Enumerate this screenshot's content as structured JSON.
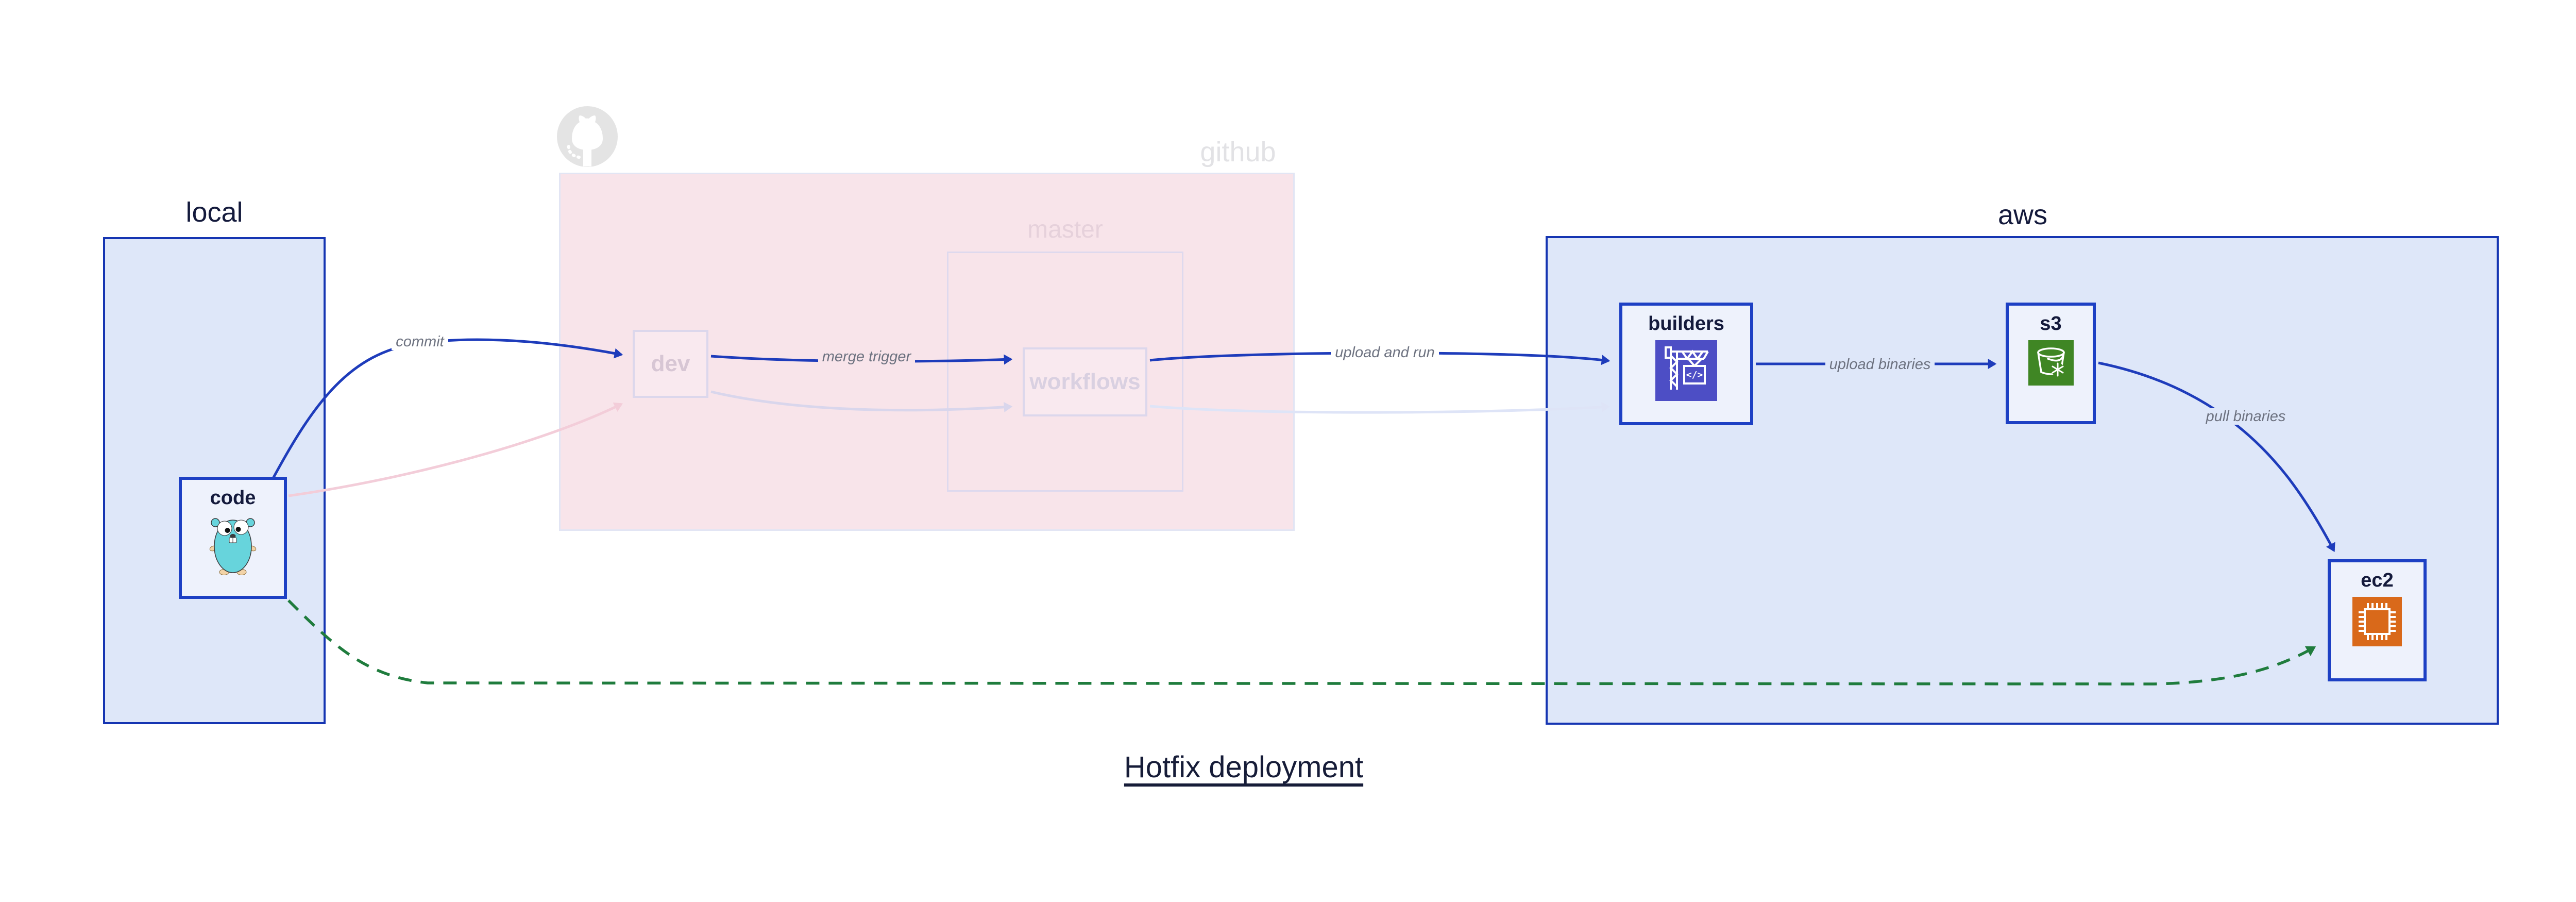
{
  "title": "Hotfix deployment",
  "containers": {
    "local": {
      "label": "local"
    },
    "github": {
      "label": "github",
      "master_label": "master"
    },
    "aws": {
      "label": "aws"
    }
  },
  "nodes": {
    "code": {
      "label": "code",
      "icon": "go-gopher-icon"
    },
    "dev": {
      "label": "dev"
    },
    "workflows": {
      "label": "workflows"
    },
    "builders": {
      "label": "builders",
      "icon": "aws-codebuild-crane-icon",
      "icon_code_glyph": "</>"
    },
    "s3": {
      "label": "s3",
      "icon": "aws-s3-bucket-icon"
    },
    "ec2": {
      "label": "ec2",
      "icon": "aws-ec2-chip-icon"
    }
  },
  "edges": {
    "commit": {
      "label": "commit",
      "style": "solid",
      "color": "#1e3cbb"
    },
    "merge_trigger": {
      "label": "merge trigger",
      "style": "solid",
      "color": "#1e3cbb"
    },
    "upload_and_run": {
      "label": "upload and run",
      "style": "solid",
      "color": "#1e3cbb"
    },
    "upload_binaries": {
      "label": "upload binaries",
      "style": "solid",
      "color": "#1e3cbb"
    },
    "pull_binaries": {
      "label": "pull binaries",
      "style": "solid",
      "color": "#1e3cbb"
    },
    "hotfix_path": {
      "label": "",
      "style": "dashed",
      "color": "#1f7c3d"
    },
    "dimmed_code_to_dev": {
      "label": "",
      "style": "dimmed",
      "color": "#f3cdd9"
    },
    "dimmed_dev_to_workflows": {
      "label": "",
      "style": "dimmed",
      "color": "#d9d6ec"
    },
    "dimmed_workflows_to_builders": {
      "label": "",
      "style": "dimmed",
      "color": "#dee4f7"
    }
  },
  "icons": {
    "github_logo": "github-octocat-logo",
    "gopher": "go-gopher-icon",
    "codebuild": "aws-codebuild-crane-icon",
    "s3": "aws-s3-bucket-icon",
    "ec2": "aws-ec2-chip-icon"
  },
  "colors": {
    "active_edge_blue": "#1e3cbb",
    "container_border_blue": "#1535b2",
    "container_fill_blue": "#dee7f9",
    "node_fill": "#eef2fc",
    "node_border_blue": "#1d40c4",
    "github_fill": "#f8e4ea",
    "github_faded_gray": "#e2e2e5",
    "master_faded_pink": "#e6d1db",
    "dimmed_pink_edge": "#f3cdd9",
    "dimmed_lavender_edge": "#d9d6ec",
    "hotfix_green": "#1f7c3d",
    "codebuild_indigo": "#4d4ec5",
    "s3_green": "#3f8624",
    "ec2_orange": "#d9691a",
    "gopher_teal": "#67d4dc",
    "edge_label_gray": "#6d7280",
    "dark_navy_text": "#141a3c"
  }
}
